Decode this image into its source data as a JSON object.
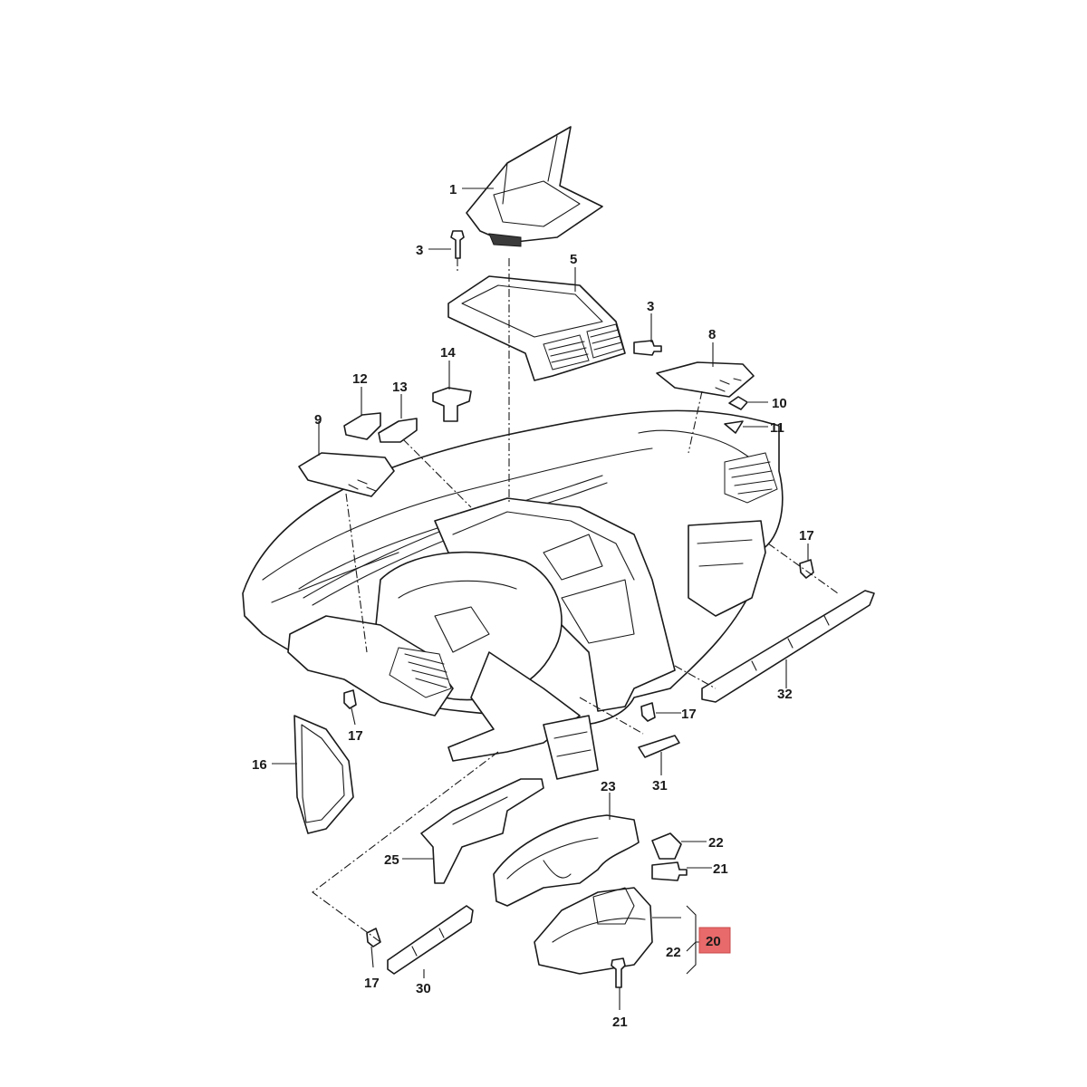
{
  "diagram": {
    "highlight_color": "#e86a6a",
    "callouts": [
      {
        "id": "c1",
        "text": "1"
      },
      {
        "id": "c3a",
        "text": "3"
      },
      {
        "id": "c5",
        "text": "5"
      },
      {
        "id": "c3b",
        "text": "3"
      },
      {
        "id": "c8",
        "text": "8"
      },
      {
        "id": "c14",
        "text": "14"
      },
      {
        "id": "c12",
        "text": "12"
      },
      {
        "id": "c13",
        "text": "13"
      },
      {
        "id": "c9",
        "text": "9"
      },
      {
        "id": "c10",
        "text": "10"
      },
      {
        "id": "c11",
        "text": "11"
      },
      {
        "id": "c17a",
        "text": "17"
      },
      {
        "id": "c32",
        "text": "32"
      },
      {
        "id": "c17b",
        "text": "17"
      },
      {
        "id": "c17c",
        "text": "17"
      },
      {
        "id": "c16",
        "text": "16"
      },
      {
        "id": "c31",
        "text": "31"
      },
      {
        "id": "c23",
        "text": "23"
      },
      {
        "id": "c22a",
        "text": "22"
      },
      {
        "id": "c21a",
        "text": "21"
      },
      {
        "id": "c25",
        "text": "25"
      },
      {
        "id": "c20",
        "text": "20"
      },
      {
        "id": "c22b",
        "text": "22"
      },
      {
        "id": "c17d",
        "text": "17"
      },
      {
        "id": "c30",
        "text": "30"
      },
      {
        "id": "c21b",
        "text": "21"
      }
    ]
  }
}
